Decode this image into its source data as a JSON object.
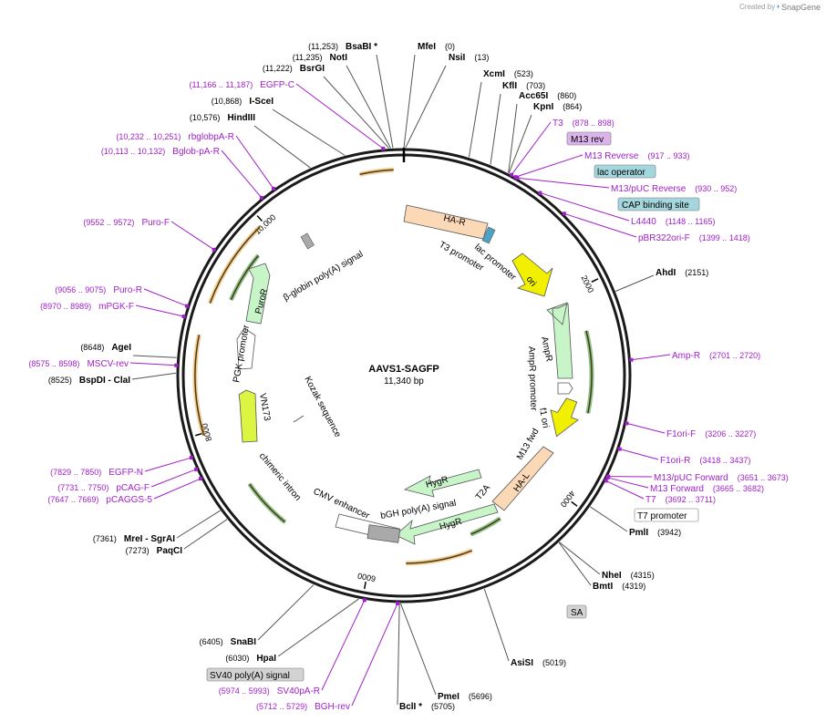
{
  "app": {
    "watermark_prefix": "Created by",
    "watermark_brand": "SnapGene"
  },
  "plasmid": {
    "name": "AAVS1-SAGFP",
    "length_label": "11,340 bp",
    "total_bp": 11340
  },
  "ruler": [
    {
      "pos": 2000,
      "label": "2000"
    },
    {
      "pos": 4000,
      "label": "4000"
    },
    {
      "pos": 6000,
      "label": "6000"
    },
    {
      "pos": 8000,
      "label": "8000"
    },
    {
      "pos": 10000,
      "label": "10,000"
    }
  ],
  "enzymes_left": [
    {
      "name": "BsaBI",
      "pos_label": "(11,253)",
      "suffix": " *",
      "site": 11253
    },
    {
      "name": "NotI",
      "pos_label": "(11,235)",
      "suffix": "",
      "site": 11235
    },
    {
      "name": "BsrGI",
      "pos_label": "(11,222)",
      "suffix": "",
      "site": 11222
    },
    {
      "name": "I-SceI",
      "pos_label": "(10,868)",
      "suffix": "",
      "site": 10868
    },
    {
      "name": "HindIII",
      "pos_label": "(10,576)",
      "suffix": "",
      "site": 10576
    },
    {
      "name": "AgeI",
      "pos_label": "(8648)",
      "suffix": "",
      "site": 8648
    },
    {
      "name": "BspDI",
      "pos_label": "(8525)",
      "suffix": "  - ClaI",
      "site": 8525
    },
    {
      "name": "MreI",
      "pos_label": "(7361)",
      "suffix": "  - SgrAI",
      "site": 7361
    },
    {
      "name": "PaqCI",
      "pos_label": "(7273)",
      "suffix": "",
      "site": 7273
    },
    {
      "name": "SnaBI",
      "pos_label": "(6405)",
      "suffix": "",
      "site": 6405
    },
    {
      "name": "HpaI",
      "pos_label": "(6030)",
      "suffix": "",
      "site": 6030
    }
  ],
  "enzymes_right": [
    {
      "name": "MfeI",
      "pos_label": "(0)",
      "suffix": "",
      "site": 0
    },
    {
      "name": "NsiI",
      "pos_label": "(13)",
      "suffix": "",
      "site": 13
    },
    {
      "name": "XcmI",
      "pos_label": "(523)",
      "suffix": "",
      "site": 523
    },
    {
      "name": "KflI",
      "pos_label": "(703)",
      "suffix": "",
      "site": 703
    },
    {
      "name": "Acc65I",
      "pos_label": "(860)",
      "suffix": "",
      "site": 860
    },
    {
      "name": "KpnI",
      "pos_label": "(864)",
      "suffix": "",
      "site": 864
    },
    {
      "name": "AhdI",
      "pos_label": "(2151)",
      "suffix": "",
      "site": 2151
    },
    {
      "name": "PmlI",
      "pos_label": "(3942)",
      "suffix": "",
      "site": 3942
    },
    {
      "name": "NheI",
      "pos_label": "(4315)",
      "suffix": "",
      "site": 4315
    },
    {
      "name": "BmtI",
      "pos_label": "(4319)",
      "suffix": "",
      "site": 4319
    },
    {
      "name": "AsiSI",
      "pos_label": "(5019)",
      "suffix": "",
      "site": 5019
    },
    {
      "name": "PmeI",
      "pos_label": "(5696)",
      "suffix": "",
      "site": 5696
    },
    {
      "name": "BclI",
      "pos_label": "(5705)",
      "suffix": " *",
      "site": 5705
    }
  ],
  "primers_right": [
    {
      "name": "T3",
      "range": "(878 .. 898)",
      "site": 888
    },
    {
      "name": "M13 Reverse",
      "range": "(917 .. 933)",
      "site": 925
    },
    {
      "name": "M13/pUC Reverse",
      "range": "(930 .. 952)",
      "site": 941
    },
    {
      "name": "L4440",
      "range": "(1148 .. 1165)",
      "site": 1156
    },
    {
      "name": "pBR322ori-F",
      "range": "(1399 .. 1418)",
      "site": 1408
    },
    {
      "name": "Amp-R",
      "range": "(2701 .. 2720)",
      "site": 2710
    },
    {
      "name": "F1ori-F",
      "range": "(3206 .. 3227)",
      "site": 3216
    },
    {
      "name": "F1ori-R",
      "range": "(3418 .. 3437)",
      "site": 3427
    },
    {
      "name": "M13/pUC Forward",
      "range": "(3651 .. 3673)",
      "site": 3662
    },
    {
      "name": "M13 Forward",
      "range": "(3665 .. 3682)",
      "site": 3673
    },
    {
      "name": "T7",
      "range": "(3692 .. 3711)",
      "site": 3701
    },
    {
      "name": "SV40pA-R",
      "range": "(5974 .. 5993)",
      "site": 5983
    },
    {
      "name": "BGH-rev",
      "range": "(5712 .. 5729)",
      "site": 5720
    }
  ],
  "primers_left": [
    {
      "name": "EGFP-C",
      "range": "(11,166 .. 11,187)",
      "site": 11176
    },
    {
      "name": "rbglobpA-R",
      "range": "(10,232 .. 10,251)",
      "site": 10241
    },
    {
      "name": "Bglob-pA-R",
      "range": "(10,113 .. 10,132)",
      "site": 10122
    },
    {
      "name": "Puro-F",
      "range": "(9552 .. 9572)",
      "site": 9562
    },
    {
      "name": "Puro-R",
      "range": "(9056 .. 9075)",
      "site": 9065
    },
    {
      "name": "mPGK-F",
      "range": "(8970 .. 8989)",
      "site": 8979
    },
    {
      "name": "MSCV-rev",
      "range": "(8575 .. 8598)",
      "site": 8586
    },
    {
      "name": "EGFP-N",
      "range": "(7829 .. 7850)",
      "site": 7840
    },
    {
      "name": "pCAG-F",
      "range": "(7731 .. 7750)",
      "site": 7740
    },
    {
      "name": "pCAGGS-5",
      "range": "(7647 .. 7669)",
      "site": 7658
    }
  ],
  "boxed_features": [
    {
      "name": "M13 rev",
      "style": "primer"
    },
    {
      "name": "lac operator",
      "style": "teal"
    },
    {
      "name": "CAP binding site",
      "style": "teal"
    },
    {
      "name": "T7 promoter",
      "style": "white"
    },
    {
      "name": "SA",
      "style": "gray"
    },
    {
      "name": "SV40 poly(A) signal",
      "style": "gray"
    }
  ],
  "inner_features": [
    {
      "name": "HA-R"
    },
    {
      "name": "lac promoter"
    },
    {
      "name": "T3 promoter"
    },
    {
      "name": "ori"
    },
    {
      "name": "AmpR"
    },
    {
      "name": "AmpR promoter"
    },
    {
      "name": "f1 ori"
    },
    {
      "name": "M13 fwd"
    },
    {
      "name": "HA-L"
    },
    {
      "name": "T2A"
    },
    {
      "name": "HygR",
      "id": "hygr-1"
    },
    {
      "name": "HygR",
      "id": "hygr-2"
    },
    {
      "name": "bGH poly(A) signal"
    },
    {
      "name": "CMV enhancer"
    },
    {
      "name": "chimeric intron"
    },
    {
      "name": "VN173"
    },
    {
      "name": "Kozak sequence"
    },
    {
      "name": "PGK promoter"
    },
    {
      "name": "PuroR"
    },
    {
      "name": "β-globin poly(A) signal"
    }
  ],
  "colors": {
    "backbone": "#1a1a1a",
    "primer": "#a020c8",
    "feature_orange": "#e8a33d",
    "feature_green": "#2f8f2f",
    "feature_peach": "#fbd9b7",
    "feature_mint": "#c8f5c8",
    "feature_yellow": "#f0f000",
    "feature_lime": "#dcf542",
    "teal_box": "#a4d6dd",
    "primer_box": "#ddb3ec"
  }
}
